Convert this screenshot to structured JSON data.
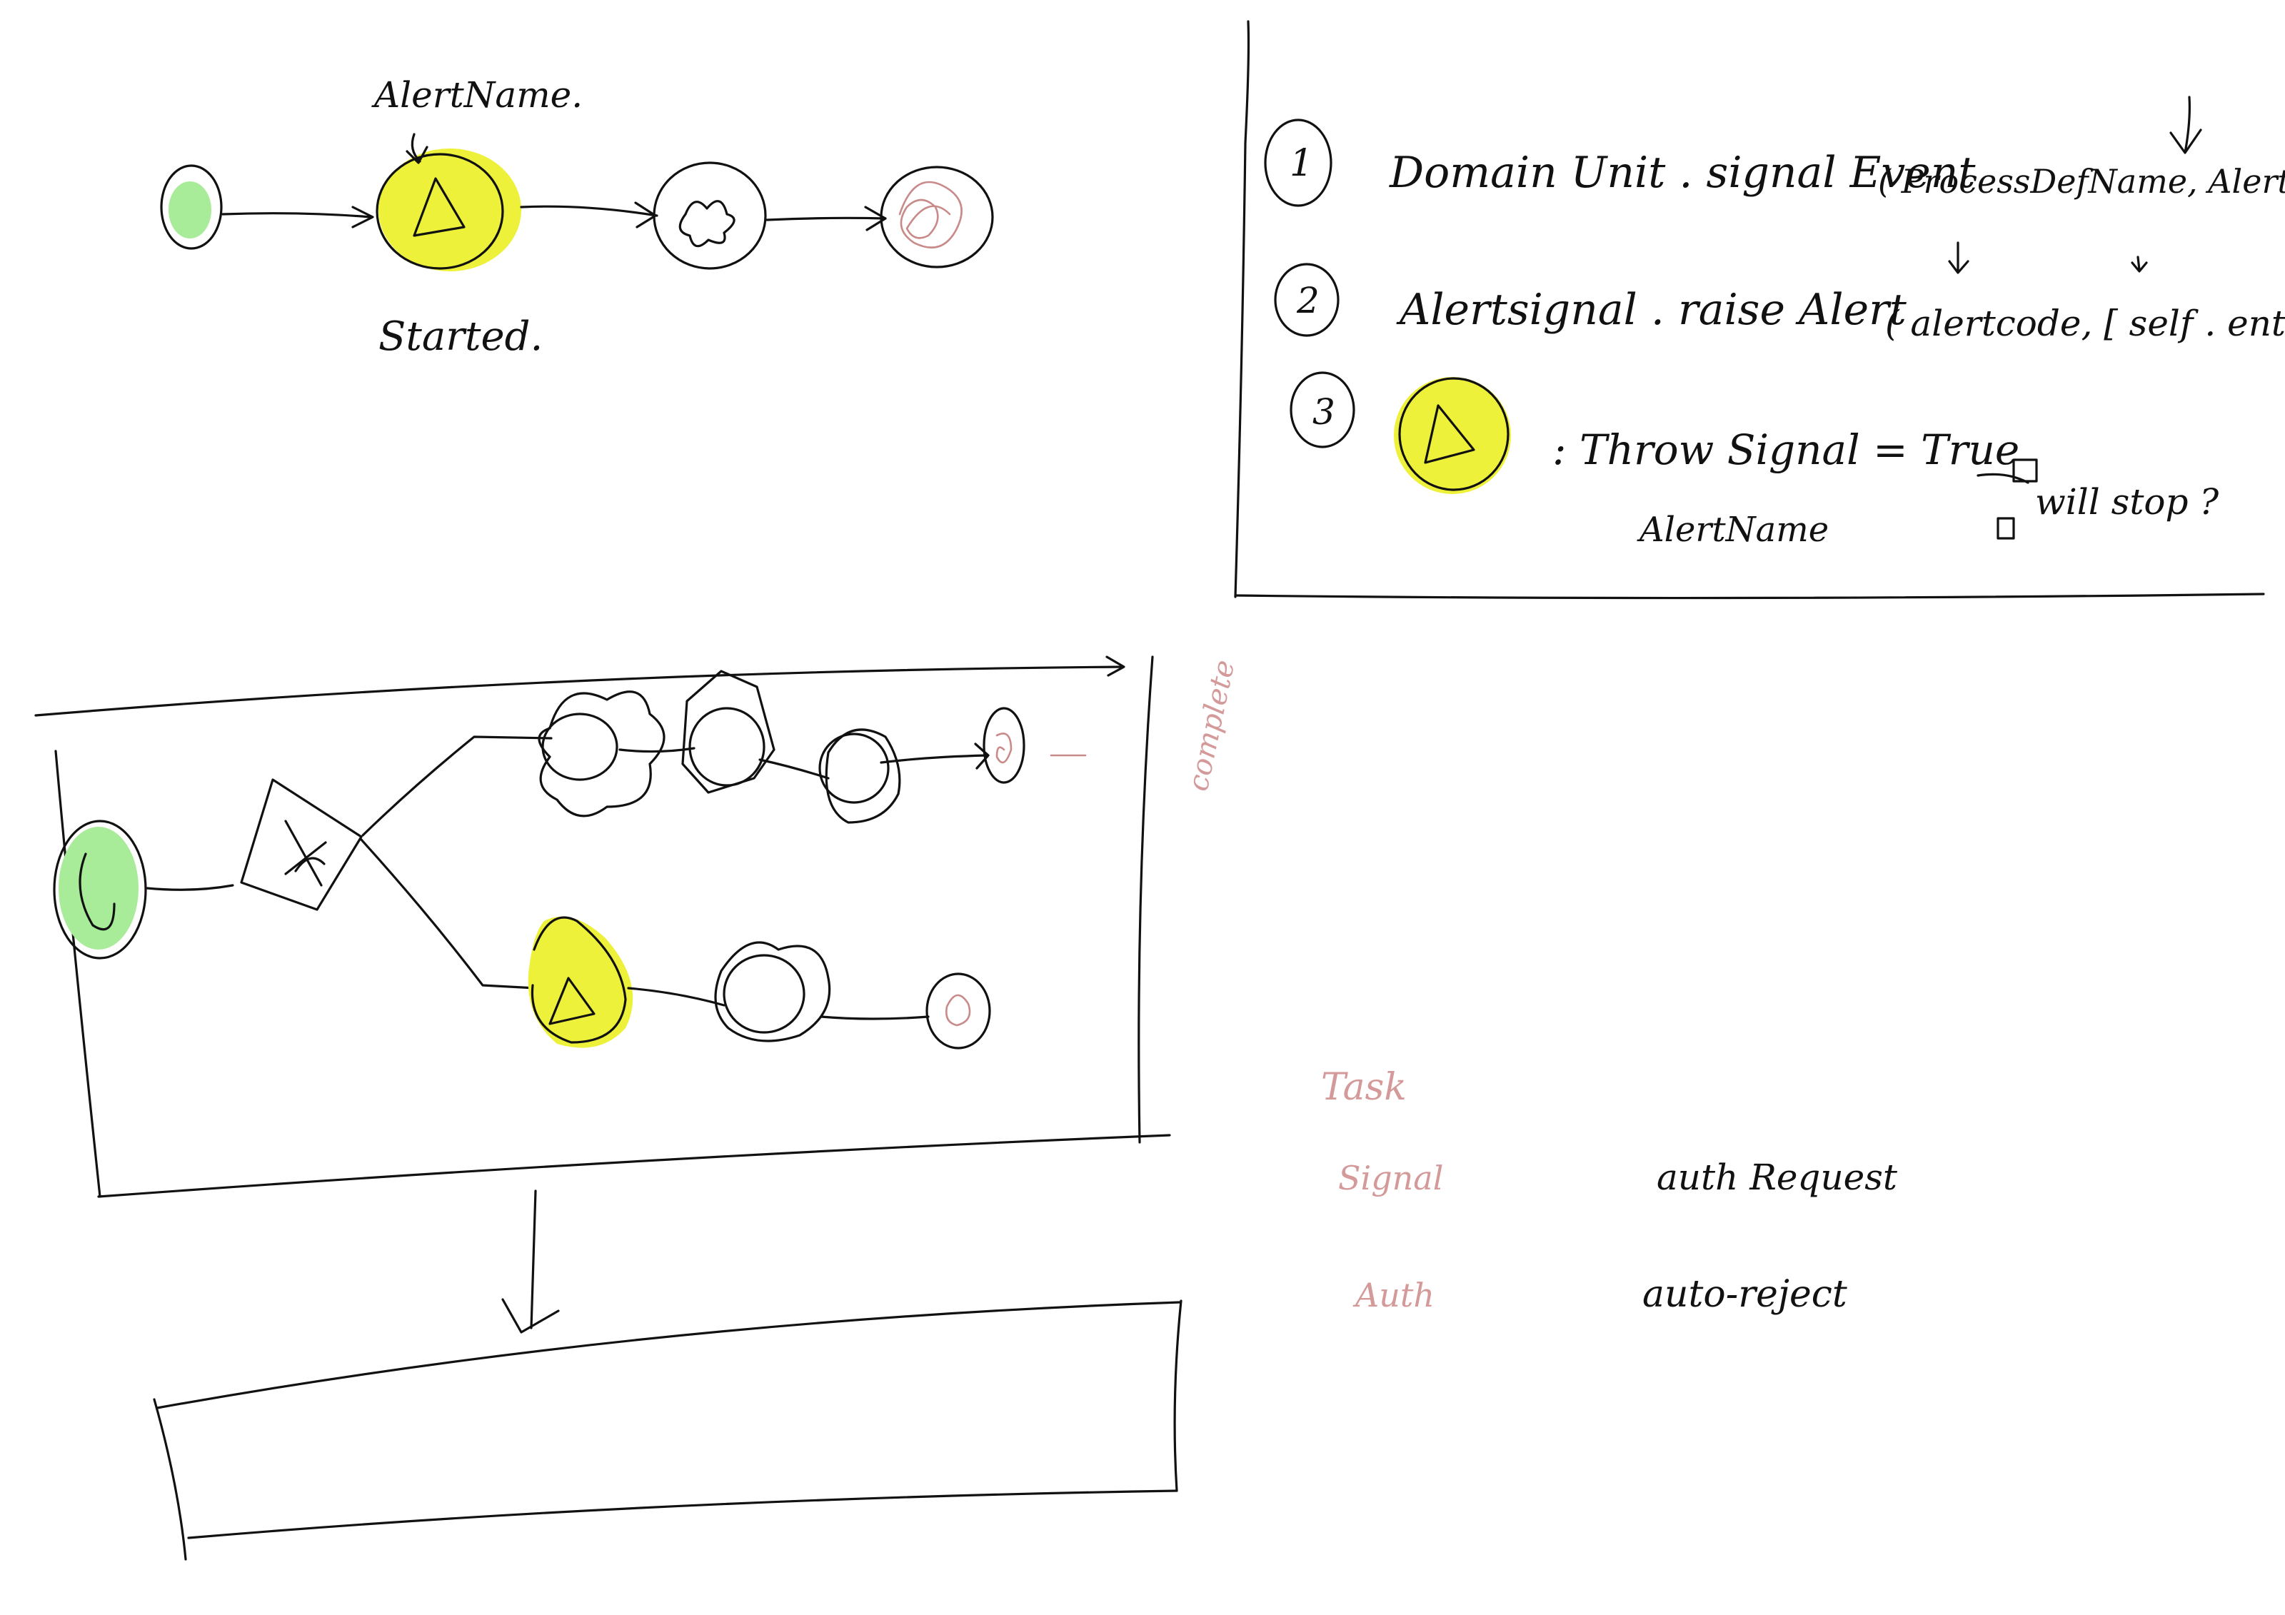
{
  "top_flow": {
    "above_label": "AlertName.",
    "below_label": "Started."
  },
  "notes": {
    "items": [
      {
        "num": "1",
        "text": "Domain Unit . signal Event",
        "args": "( ProcessDefName, Alert )"
      },
      {
        "num": "2",
        "text": "Alertsignal . raise Alert",
        "args": "( alertcode, [ self . entity..."
      },
      {
        "num": "3",
        "text": ": Throw Signal = True",
        "sub": "AlertName",
        "aside": "will stop ?"
      }
    ]
  },
  "process_box": {
    "side_label": "complete"
  },
  "legend": {
    "rows": [
      {
        "key": "Task",
        "value": ""
      },
      {
        "key": "Signal",
        "value": "auth Request"
      },
      {
        "key": "Auth",
        "value": "auto-reject"
      }
    ]
  },
  "colors": {
    "ink": "#111111",
    "highlight_yellow": "#eef13a",
    "start_green": "#a8ec9a",
    "red_pen": "#c98a8a"
  }
}
